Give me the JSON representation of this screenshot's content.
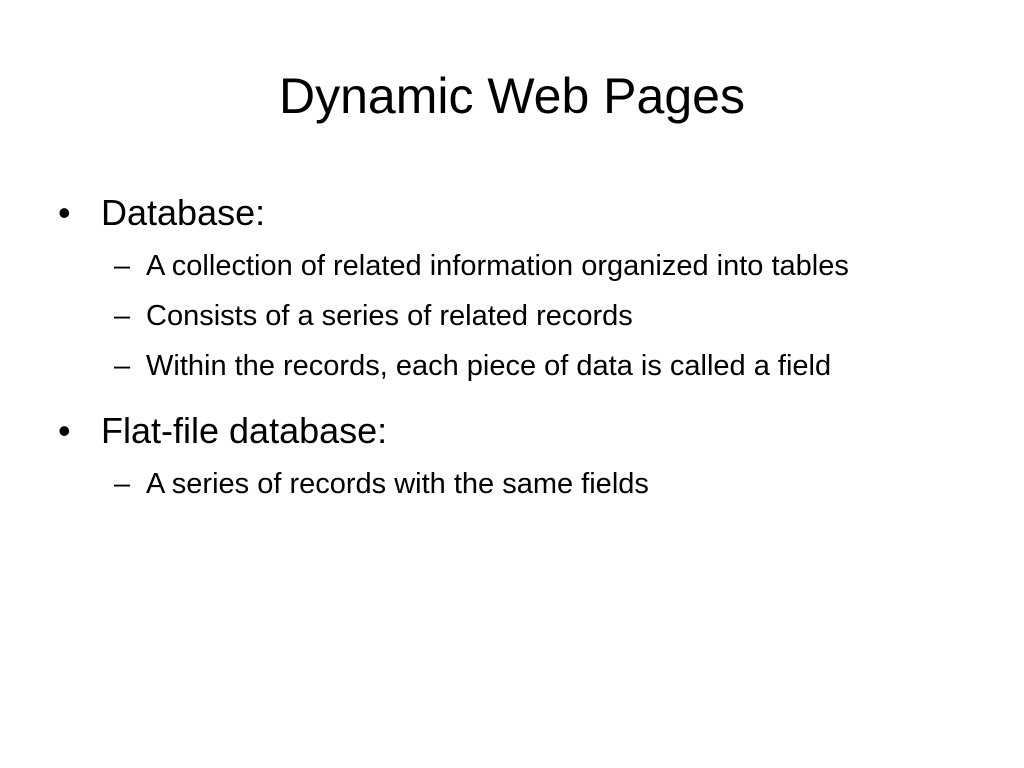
{
  "slide": {
    "title": "Dynamic Web Pages",
    "bullets": [
      {
        "marker": "•",
        "text": "Database:",
        "sub": [
          {
            "marker": "–",
            "text": "A collection of related information organized into tables"
          },
          {
            "marker": "–",
            "text": "Consists of a series of related records"
          },
          {
            "marker": "–",
            "text": "Within the records, each piece of data is called a field"
          }
        ]
      },
      {
        "marker": "•",
        "text": "Flat-file database:",
        "sub": [
          {
            "marker": "–",
            "text": "A series of records with the same fields"
          }
        ]
      }
    ]
  }
}
